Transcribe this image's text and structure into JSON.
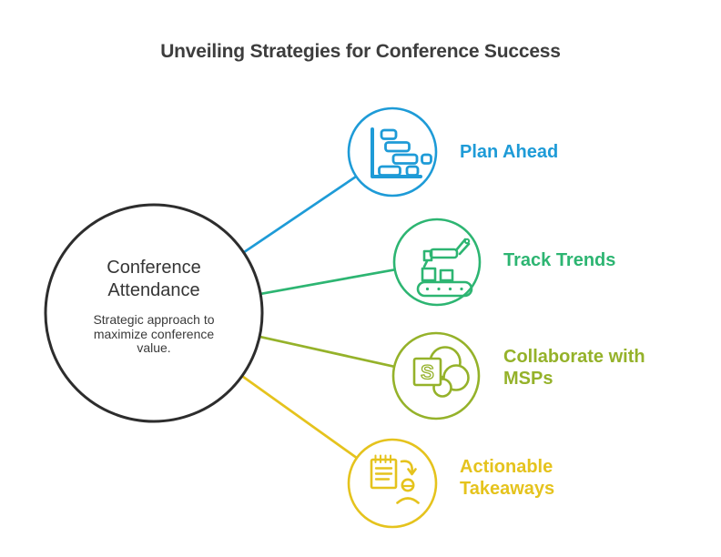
{
  "title": "Unveiling Strategies for Conference Success",
  "center": {
    "heading": "Conference\nAttendance",
    "description": "Strategic approach to maximize conference value."
  },
  "nodes": [
    {
      "label": "Plan Ahead",
      "icon": "gantt-chart-icon",
      "color": "#1E9BD7"
    },
    {
      "label": "Track Trends",
      "icon": "robot-arm-conveyor-icon",
      "color": "#2DB572"
    },
    {
      "label": "Collaborate with\nMSPs",
      "icon": "sharepoint-icon",
      "letter": "S",
      "color": "#95B22A"
    },
    {
      "label": "Actionable\nTakeaways",
      "icon": "clipboard-person-icon",
      "color": "#E5C31D"
    }
  ],
  "palette": {
    "background": "#FFFFFF",
    "title_text": "#3D3D3D",
    "center_circle_stroke": "#2D2D2D",
    "center_text": "#3A3A3A",
    "blue": "#1E9BD7",
    "green": "#2DB572",
    "olive": "#95B22A",
    "yellow": "#E5C31D"
  }
}
